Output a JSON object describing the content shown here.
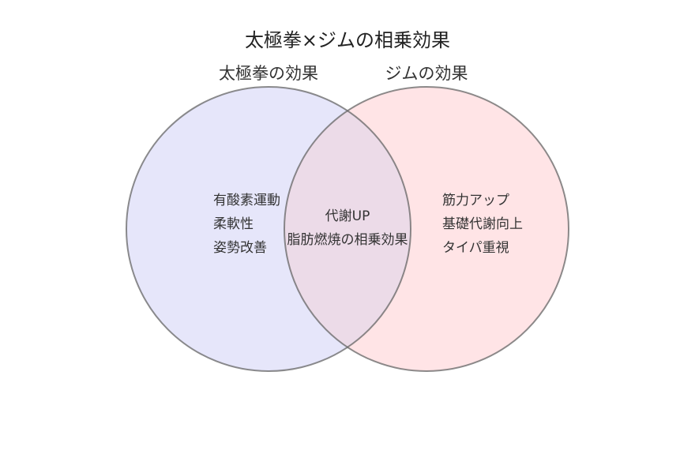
{
  "title": "太極拳×ジムの相乗効果",
  "sets": [
    {
      "name": "太極拳の効果",
      "fill": "#e6e6fa",
      "items": [
        "有酸素運動",
        "柔軟性",
        "姿勢改善"
      ]
    },
    {
      "name": "ジムの効果",
      "fill": "#ffe4e6",
      "items": [
        "筋力アップ",
        "基礎代謝向上",
        "タイパ重視"
      ]
    }
  ],
  "intersection": {
    "fill": "#ecdbe8",
    "items": [
      "代謝UP",
      "脂肪燃焼の相乗効果"
    ]
  },
  "colors": {
    "stroke": "#666666",
    "text": "#333333"
  }
}
